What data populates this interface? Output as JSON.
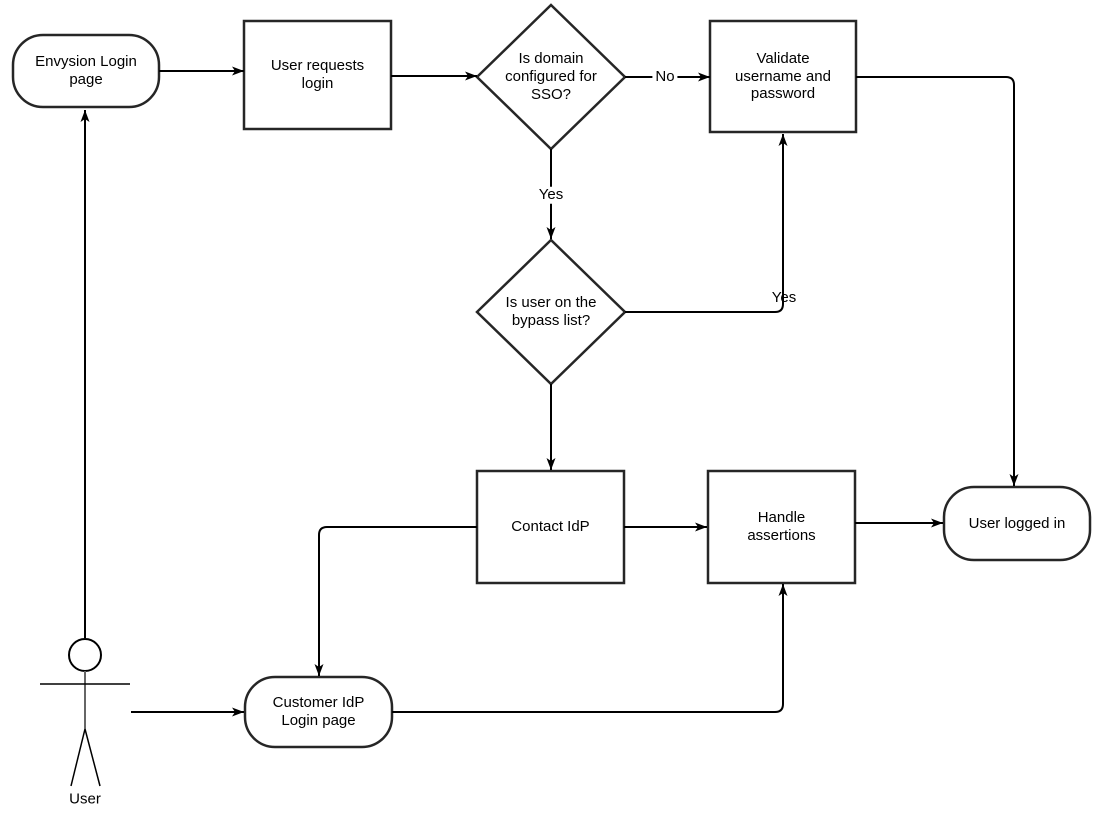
{
  "diagram_type": "flowchart",
  "colors": {
    "background": "#ffffff",
    "shape_stroke": "#262626",
    "shape_fill": "#ffffff",
    "edge_stroke": "#000000",
    "text": "#000000"
  },
  "nodes": {
    "envysion_login_page": {
      "label": "Envysion Login page",
      "shape": "terminator"
    },
    "user_requests_login": {
      "label": "User requests login",
      "shape": "process"
    },
    "domain_sso": {
      "label": "Is domain configured for SSO?",
      "shape": "decision"
    },
    "validate_credentials": {
      "label": "Validate username and password",
      "shape": "process"
    },
    "bypass_list": {
      "label": "Is user on the bypass list?",
      "shape": "decision"
    },
    "contact_idp": {
      "label": "Contact IdP",
      "shape": "process"
    },
    "handle_assertions": {
      "label": "Handle assertions",
      "shape": "process"
    },
    "user_logged_in": {
      "label": "User logged in",
      "shape": "terminator"
    },
    "customer_idp_login_page": {
      "label": "Customer IdP Login page",
      "shape": "terminator"
    },
    "actor_user": {
      "label": "User",
      "shape": "actor"
    }
  },
  "edge_labels": {
    "domain_sso_no": "No",
    "domain_sso_yes": "Yes",
    "bypass_yes": "Yes"
  },
  "edges": [
    {
      "from": "Envysion Login page",
      "to": "User requests login",
      "label": ""
    },
    {
      "from": "User requests login",
      "to": "Is domain configured for SSO?",
      "label": ""
    },
    {
      "from": "Is domain configured for SSO?",
      "to": "Validate username and password",
      "label": "No"
    },
    {
      "from": "Is domain configured for SSO?",
      "to": "Is user on the bypass list?",
      "label": "Yes"
    },
    {
      "from": "Is user on the bypass list?",
      "to": "Validate username and password",
      "label": "Yes"
    },
    {
      "from": "Is user on the bypass list?",
      "to": "Contact IdP",
      "label": ""
    },
    {
      "from": "Contact IdP",
      "to": "Handle assertions",
      "label": ""
    },
    {
      "from": "Contact IdP",
      "to": "Customer IdP Login page",
      "label": ""
    },
    {
      "from": "Customer IdP Login page",
      "to": "Handle assertions",
      "label": ""
    },
    {
      "from": "Validate username and password",
      "to": "User logged in",
      "label": ""
    },
    {
      "from": "Handle assertions",
      "to": "User logged in",
      "label": ""
    },
    {
      "from": "User",
      "to": "Envysion Login page",
      "label": ""
    },
    {
      "from": "User",
      "to": "Customer IdP Login page",
      "label": ""
    }
  ]
}
